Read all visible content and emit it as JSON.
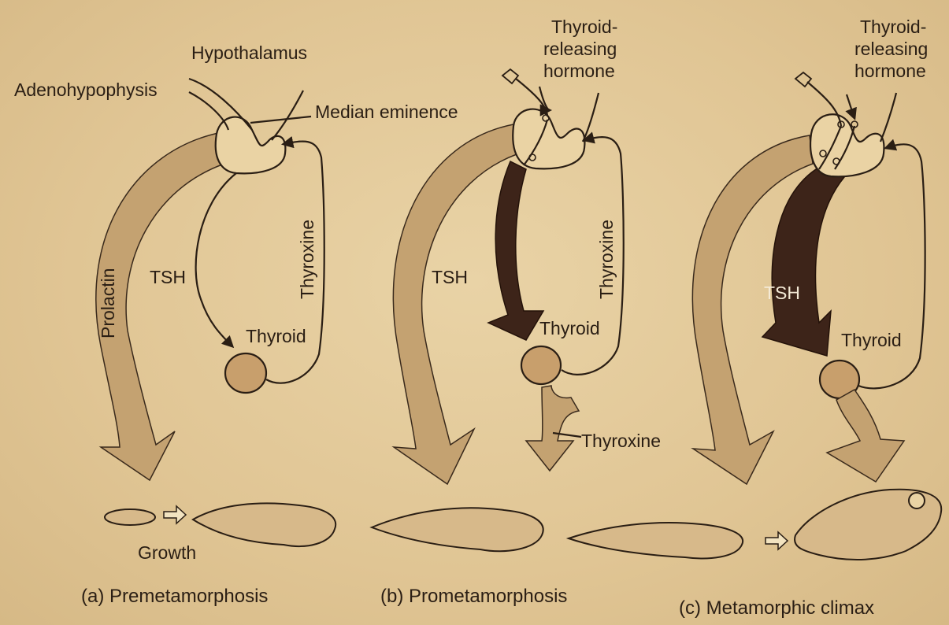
{
  "panel_a": {
    "hypothalamus": "Hypothalamus",
    "adenohypophysis": "Adenohypophysis",
    "median_eminence": "Median eminence",
    "prolactin": "Prolactin",
    "tsh": "TSH",
    "thyroxine": "Thyroxine",
    "thyroid": "Thyroid",
    "growth": "Growth",
    "caption": "(a) Premetamorphosis"
  },
  "panel_b": {
    "trh_line1": "Thyroid-",
    "trh_line2": "releasing",
    "trh_line3": "hormone",
    "tsh": "TSH",
    "thyroxine_loop": "Thyroxine",
    "thyroid": "Thyroid",
    "thyroxine_out": "Thyroxine",
    "caption": "(b) Prometamorphosis"
  },
  "panel_c": {
    "trh_line1": "Thyroid-",
    "trh_line2": "releasing",
    "trh_line3": "hormone",
    "tsh": "TSH",
    "thyroid": "Thyroid",
    "caption": "(c) Metamorphic climax"
  },
  "colors": {
    "background": "#e3c99a",
    "light_arrow": "#c4a271",
    "dark_arrow": "#3d2419",
    "ink": "#2a1e14"
  }
}
